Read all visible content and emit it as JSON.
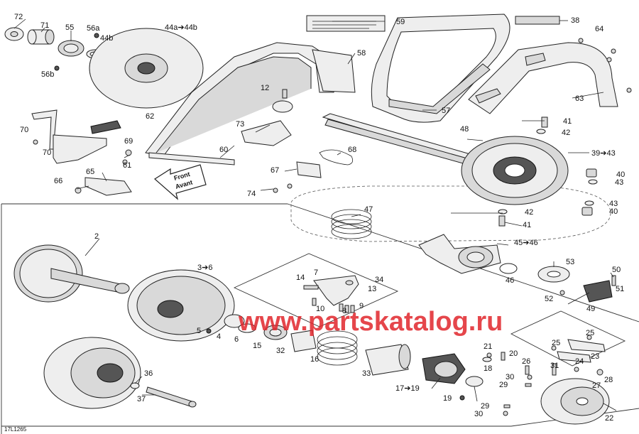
{
  "labels": [
    {
      "text": "72"
    },
    {
      "text": "71"
    },
    {
      "text": "55"
    },
    {
      "text": "56a"
    },
    {
      "text": "44b"
    },
    {
      "text": "56b"
    },
    {
      "text": "44a➔44b"
    },
    {
      "text": "59"
    },
    {
      "text": "38"
    },
    {
      "text": "64"
    },
    {
      "text": "58"
    },
    {
      "text": "12"
    },
    {
      "text": "57"
    },
    {
      "text": "63"
    },
    {
      "text": "70"
    },
    {
      "text": "62"
    },
    {
      "text": "73"
    },
    {
      "text": "41"
    },
    {
      "text": "42"
    },
    {
      "text": "48"
    },
    {
      "text": "69"
    },
    {
      "text": "70"
    },
    {
      "text": "60"
    },
    {
      "text": "68"
    },
    {
      "text": "39➔43"
    },
    {
      "text": "61"
    },
    {
      "text": "65"
    },
    {
      "text": "66"
    },
    {
      "text": "67"
    },
    {
      "text": "40"
    },
    {
      "text": "43"
    },
    {
      "text": "74"
    },
    {
      "text": "43"
    },
    {
      "text": "40"
    },
    {
      "text": "47"
    },
    {
      "text": "42"
    },
    {
      "text": "41"
    },
    {
      "text": "2"
    },
    {
      "text": "45➔46"
    },
    {
      "text": "53"
    },
    {
      "text": "3➔6"
    },
    {
      "text": "7"
    },
    {
      "text": "14"
    },
    {
      "text": "34"
    },
    {
      "text": "13"
    },
    {
      "text": "50"
    },
    {
      "text": "46"
    },
    {
      "text": "51"
    },
    {
      "text": "52"
    },
    {
      "text": "10"
    },
    {
      "text": "8"
    },
    {
      "text": "9"
    },
    {
      "text": "49"
    },
    {
      "text": "5"
    },
    {
      "text": "4"
    },
    {
      "text": "6"
    },
    {
      "text": "15"
    },
    {
      "text": "32"
    },
    {
      "text": "16"
    },
    {
      "text": "25"
    },
    {
      "text": "25"
    },
    {
      "text": "21"
    },
    {
      "text": "20"
    },
    {
      "text": "23"
    },
    {
      "text": "33"
    },
    {
      "text": "18"
    },
    {
      "text": "26"
    },
    {
      "text": "24"
    },
    {
      "text": "36"
    },
    {
      "text": "31"
    },
    {
      "text": "30"
    },
    {
      "text": "28"
    },
    {
      "text": "29"
    },
    {
      "text": "27"
    },
    {
      "text": "17➔19"
    },
    {
      "text": "19"
    },
    {
      "text": "37"
    },
    {
      "text": "29"
    },
    {
      "text": "30"
    },
    {
      "text": "22"
    }
  ],
  "front_sign": {
    "line1": "Front",
    "line2": "Avant"
  },
  "figure_code": "17L1265",
  "watermark": "www.partskatalog.ru"
}
